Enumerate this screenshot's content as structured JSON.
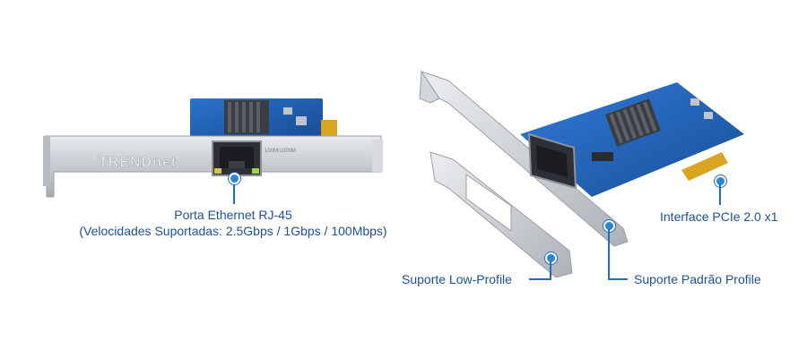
{
  "brand": "TRENDnet",
  "speed_print": "100M/1000M",
  "left_card": {
    "port_label": "Porta Ethernet RJ-45",
    "speed_label": "(Velocidades Suportadas: 2.5Gbps / 1Gbps / 100Mbps)"
  },
  "right_card": {
    "pcie_label": "Interface PCIe 2.0 x1",
    "standard_bracket_label": "Suporte Padrão Profile",
    "low_profile_label": "Suporte Low-Profile"
  },
  "colors": {
    "callout": "#1e4f9a",
    "pcb": "#1f5fb0",
    "bracket": "#c9ccd1",
    "gold": "#d9a520"
  }
}
